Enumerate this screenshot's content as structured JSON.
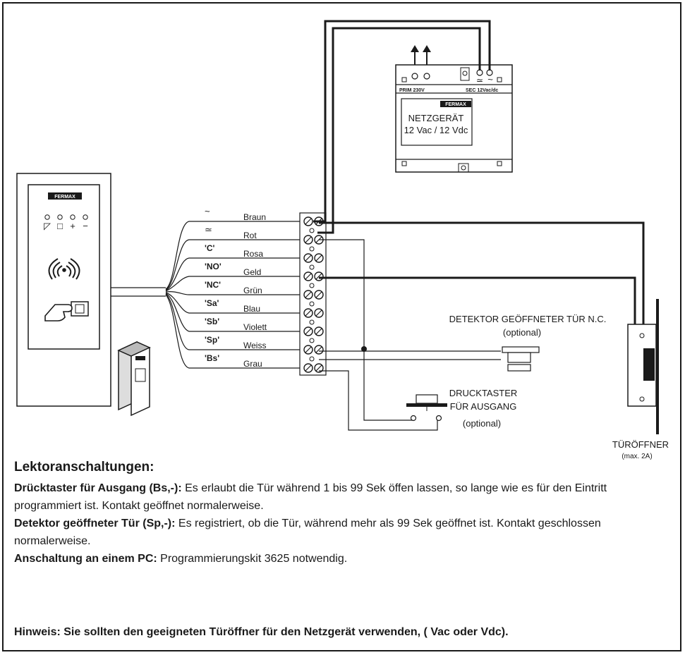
{
  "device": {
    "brand": "FERMAX",
    "button_symbols": [
      "◸",
      "□",
      "+",
      "−"
    ]
  },
  "power_supply": {
    "brand": "FERMAX",
    "prim_label": "PRIM 230V",
    "sec_label": "SEC 12Vac/dc",
    "title": "NETZGERÄT",
    "subtitle": "12 Vac / 12 Vdc"
  },
  "wires": [
    {
      "code": "~",
      "color_name": "Braun"
    },
    {
      "code": "≃",
      "color_name": "Rot"
    },
    {
      "code": "'C'",
      "color_name": "Rosa"
    },
    {
      "code": "'NO'",
      "color_name": "Geld"
    },
    {
      "code": "'NC'",
      "color_name": "Grün"
    },
    {
      "code": "'Sa'",
      "color_name": "Blau"
    },
    {
      "code": "'Sb'",
      "color_name": "Violett"
    },
    {
      "code": "'Sp'",
      "color_name": "Weiss"
    },
    {
      "code": "'Bs'",
      "color_name": "Grau"
    }
  ],
  "detector": {
    "label": "DETEKTOR GEÖFFNETER TÜR N.C.",
    "optional": "(optional)"
  },
  "push_button": {
    "label_line1": "DRUCKTASTER",
    "label_line2": "FÜR AUSGANG",
    "optional": "(optional)"
  },
  "door_opener": {
    "label": "TÜRÖFFNER",
    "max": "(max. 2A)"
  },
  "text": {
    "heading": "Lektoranschaltungen:",
    "p1_bold": "Drücktaster für Ausgang (Bs,-):",
    "p1_text": " Es erlaubt die Tür während 1 bis 99 Sek öffen lassen, so lange wie es für den Eintritt programmiert ist. Kontakt geöffnet normalerweise.",
    "p2_bold": "Detektor geöffneter Tür (Sp,-):",
    "p2_text": " Es registriert, ob die Tür, während mehr als 99 Sek geöffnet ist. Kontakt geschlossen normalerweise.",
    "p3_bold": "Anschaltung an einem PC:",
    "p3_text": " Programmierungskit 3625 notwendig.",
    "note": "Hinweis: Sie sollten den geeigneten Türöffner für den Netzgerät verwenden, ( Vac oder Vdc)."
  }
}
